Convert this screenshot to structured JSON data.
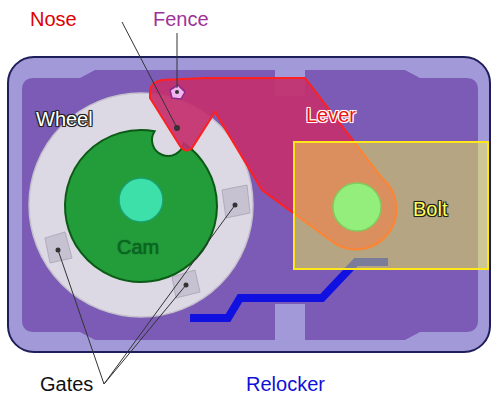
{
  "diagram": {
    "nodes": [
      {
        "text": [
          "Wheel"
        ]
      },
      {
        "text": [
          "Cam"
        ],
        "in": 0
      },
      {
        "text": [
          "Lever"
        ]
      },
      {
        "text": [
          "Bolt"
        ]
      }
    ],
    "labels": [
      "Nose",
      "Fence",
      "Gates",
      "Relocker"
    ]
  }
}
